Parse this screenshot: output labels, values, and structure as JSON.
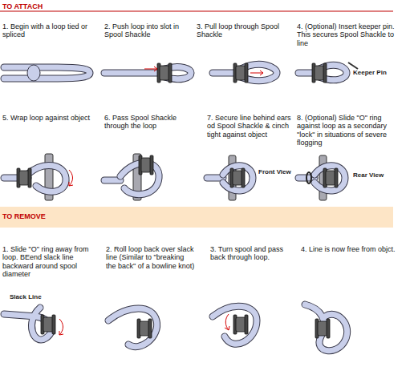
{
  "diagram": {
    "nodes": [
      {
        "text": [
          "TO REMOVE"
        ]
      }
    ],
    "labels": [
      "TO ATTACH",
      "1. Begin with a loop tied or spliced",
      "2. Push loop into slot in Spool Shackle",
      "3. Pull loop through Spool Shackle",
      "4. (Optional) Insert keeper pin. This secures Spool Shackle to line",
      "Keeper Pin",
      "5. Wrap loop against object",
      "6. Pass Spool Shackle through the loop",
      "7. Secure line behind ears od Spool Shackle & cinch tight against object",
      "Front View",
      "8. (Optional) Slide \"O\" ring against loop as a secondary \"lock\" in situations of severe flogging",
      "Rear View",
      "1. Slide \"O\" ring away from loop. BEend slack line backward around spool diameter",
      "Slack Line",
      "2. Roll loop back over slack line (Similar to \"breaking the back\" of a bowline knot)",
      "3. Turn spool and pass back through loop.",
      "4. Line is now free from objct."
    ]
  }
}
